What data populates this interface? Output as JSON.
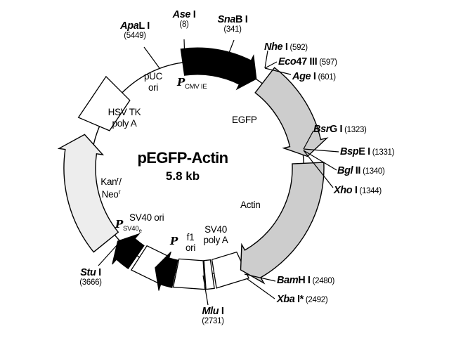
{
  "title": {
    "name": "pEGFP-Actin",
    "size": "5.8 kb"
  },
  "sites": [
    {
      "id": "apal",
      "italic": "Apa",
      "roman": "L I",
      "pos": "(5449)"
    },
    {
      "id": "ase",
      "italic": "Ase",
      "roman": " I",
      "pos": "(8)"
    },
    {
      "id": "snab",
      "italic": "Sna",
      "roman": "B I",
      "pos": "(341)"
    },
    {
      "id": "nhe",
      "italic": "Nhe",
      "roman": " I",
      "pos": "(592)"
    },
    {
      "id": "eco47",
      "italic": "Eco",
      "roman": "47 III",
      "pos": "(597)"
    },
    {
      "id": "age",
      "italic": "Age",
      "roman": " I",
      "pos": "(601)"
    },
    {
      "id": "bsrg",
      "italic": "Bsr",
      "roman": "G I",
      "pos": "(1323)"
    },
    {
      "id": "bspe",
      "italic": "Bsp",
      "roman": "E I",
      "pos": "(1331)"
    },
    {
      "id": "bgl",
      "italic": "Bgl",
      "roman": " II",
      "pos": "(1340)"
    },
    {
      "id": "xho",
      "italic": "Xho",
      "roman": " I",
      "pos": "(1344)"
    },
    {
      "id": "bamh",
      "italic": "Bam",
      "roman": "H I",
      "pos": "(2480)"
    },
    {
      "id": "xba",
      "italic": "Xba",
      "roman": " I*",
      "pos": "(2492)"
    },
    {
      "id": "mlu",
      "italic": "Mlu",
      "roman": " I",
      "pos": "(2731)"
    },
    {
      "id": "stu",
      "italic": "Stu",
      "roman": " I",
      "pos": "(3666)"
    }
  ],
  "features": {
    "puc_ori": {
      "line1": "pUC",
      "line2": "ori"
    },
    "hsv_tk": {
      "line1": "HSV TK",
      "line2": "poly A"
    },
    "pcmv": {
      "symbol": "P",
      "subscript": "CMV IE"
    },
    "egfp": {
      "label": "EGFP"
    },
    "actin": {
      "label": "Actin"
    },
    "kan_neo": {
      "gene1": "Kan",
      "sup1": "r",
      "separator": "/",
      "gene2": "Neo",
      "sup2": "r"
    },
    "sv40_ori": {
      "label": "SV40 ori"
    },
    "psv40e": {
      "symbol": "P",
      "subscript": "SV40",
      "subsubscript": "e"
    },
    "f1_ori": {
      "symbol": "P",
      "line1": "f1",
      "line2": "ori"
    },
    "sv40_polya": {
      "line1": "SV40",
      "line2": "poly A"
    }
  },
  "colors": {
    "background": "#ffffff",
    "outline": "#000000",
    "gene_arrow_fill": "#cdcdcd",
    "marker_arrow_fill": "#ededed",
    "promoter_fill": "#000000",
    "box_fill": "#ffffff"
  }
}
